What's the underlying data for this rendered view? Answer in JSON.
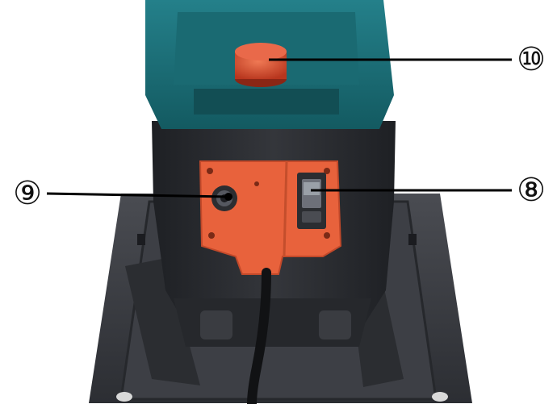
{
  "callouts": {
    "c10": "⑩",
    "c9": "⑨",
    "c8": "⑧"
  },
  "colors": {
    "housing_teal": "#1c6f77",
    "motor_black": "#2b2d31",
    "control_box_orange": "#e8623c",
    "knob_red": "#d9452a",
    "base_dark": "#3a3c42",
    "background": "#ffffff"
  }
}
